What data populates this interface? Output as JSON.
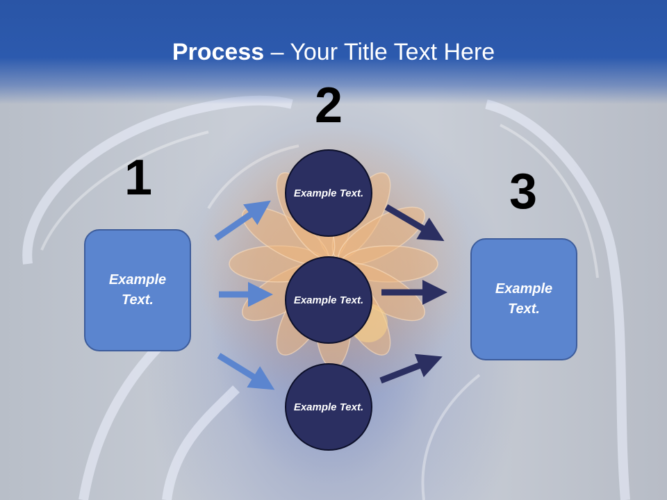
{
  "title": {
    "bold": "Process",
    "rest": " – Your Title Text Here"
  },
  "steps": {
    "one": {
      "number": "1",
      "text": "Example Text."
    },
    "two": {
      "number": "2",
      "circles": [
        {
          "text": "Example Text."
        },
        {
          "text": "Example Text."
        },
        {
          "text": "Example Text."
        }
      ]
    },
    "three": {
      "number": "3",
      "text": "Example Text."
    }
  },
  "colors": {
    "header": "#2c5aae",
    "box_fill": "#5b85cf",
    "circle_fill": "#2b2f61",
    "arrow_light": "#5b85cf",
    "arrow_dark": "#2b2f61"
  }
}
